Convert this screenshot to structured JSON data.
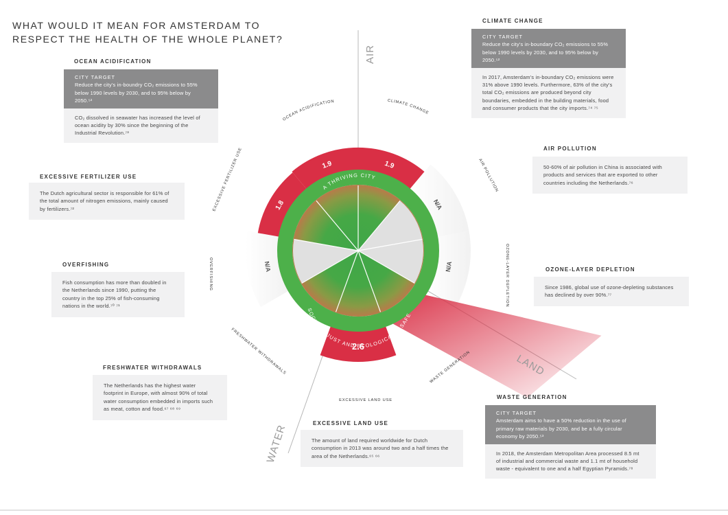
{
  "title": "WHAT WOULD IT MEAN FOR AMSTERDAM TO RESPECT THE HEALTH OF THE WHOLE PLANET?",
  "colors": {
    "overshoot": "#d92f45",
    "ring": "#4db04a",
    "ring_inner": "#5aa645",
    "wedge_na": "#e0e0e0",
    "box_bg": "#f1f1f2",
    "target_bg": "#8b8b8c"
  },
  "sectors": {
    "air": "AIR",
    "land": "LAND",
    "water": "WATER"
  },
  "ring": {
    "top": "A THRIVING CITY",
    "bottom": "SOCIALLY JUST AND ECOLOGICALLY SAFE"
  },
  "dimensions": [
    {
      "id": "climate",
      "label": "CLIMATE CHANGE",
      "value": "1.9",
      "overshoot": 1.9
    },
    {
      "id": "air",
      "label": "AIR POLLUTION",
      "value": "N/A",
      "overshoot": null
    },
    {
      "id": "ozone",
      "label": "OZONE-LAYER DEPLETION",
      "value": "N/A",
      "overshoot": null
    },
    {
      "id": "waste",
      "label": "WASTE GENERATION",
      "value": "",
      "overshoot": null
    },
    {
      "id": "land",
      "label": "EXCESSIVE LAND USE",
      "value": "2.6",
      "overshoot": 2.6
    },
    {
      "id": "water",
      "label": "FRESHWATER WITHDRAWALS",
      "value": "",
      "overshoot": null
    },
    {
      "id": "fishing",
      "label": "OVERFISHING",
      "value": "N/A",
      "overshoot": null
    },
    {
      "id": "fertilizer",
      "label": "EXCESSIVE FERTILIZER USE",
      "value": "1.8",
      "overshoot": 1.8
    },
    {
      "id": "ocean",
      "label": "OCEAN ACIDIFICATION",
      "value": "1.9",
      "overshoot": 1.9
    }
  ],
  "boxes": {
    "ocean": {
      "title": "OCEAN ACIDIFICATION",
      "target_label": "CITY TARGET",
      "target_text": "Reduce the city's in-boundry CO₂ emissions to 55% below 1990 levels by 2030, and to 95% below by 2050.⁵²",
      "text": "CO₂ dissolved in seawater has increased the level of ocean acidity by 30% since the beginning of the Industrial Revolution.⁷³"
    },
    "fertilizer": {
      "title": "EXCESSIVE FERTILIZER USE",
      "text": "The Dutch agricultural sector is responsible for 61% of the total amount of nitrogen emissions, mainly caused by fertilizers.⁷²"
    },
    "fishing": {
      "title": "OVERFISHING",
      "text": "Fish consumption has more than doubled in the Netherlands since 1990, putting the country in the top 25% of fish-consuming nations in the world.⁷⁰ ⁷¹"
    },
    "water": {
      "title": "FRESHWATER WITHDRAWALS",
      "text": "The Netherlands has the highest water footprint in Europe, with almost 90% of total water consumption embedded in imports such as meat, cotton and food.⁶⁷ ⁶⁸ ⁶⁹"
    },
    "land": {
      "title": "EXCESSIVE LAND USE",
      "text": "The amount of land required worldwide for Dutch consumption in 2013 was around two and a half times the area of the Netherlands.⁶⁵ ⁶⁶"
    },
    "climate": {
      "title": "CLIMATE CHANGE",
      "target_label": "CITY TARGET",
      "target_text": "Reduce the city's in-boundary CO₂ emissions to 55% below 1990 levels by 2030, and to 95% below by 2050.⁵²",
      "text": "In 2017, Amsterdam's in-boundary CO₂ emissions were 31% above 1990 levels. Furthermore, 63% of the city's total CO₂ emissions are produced beyond city boundaries, embedded in the building materials, food and consumer products that the city imports.⁷⁴ ⁷⁵"
    },
    "air": {
      "title": "AIR POLLUTION",
      "text": "50-60% of air pollution in China is associated with products and services that are exported to other countries including the Netherlands.⁷⁶"
    },
    "ozone": {
      "title": "OZONE-LAYER DEPLETION",
      "text": "Since 1986, global use of ozone-depleting substances has declined by over 90%.⁷⁷"
    },
    "waste": {
      "title": "WASTE GENERATION",
      "target_label": "CITY TARGET",
      "target_text": "Amsterdam aims to have a 50% reduction in the use of primary raw materials by 2030, and be a fully circular economy by 2050.⁵³",
      "text": "In 2018, the Amsterdam Metropolitan Area processed 8.5 mt of industrial and commercial waste and 1.1 mt of household waste - equivalent to one and a half Egyptian Pyramids.⁷⁸"
    }
  }
}
